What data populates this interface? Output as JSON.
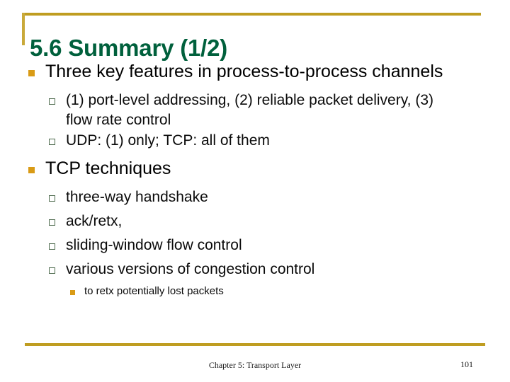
{
  "slide": {
    "title": "5.6 Summary (1/2)",
    "accent_color": "#bf9d21",
    "title_color": "#00603c",
    "level1_bullet_color": "#d99b16",
    "level2_bullet_color": "#4e6b4e",
    "footer": "Chapter 5: Transport Layer",
    "page_number": "101",
    "bullets": [
      {
        "level": 1,
        "text": "Three key features in process-to-process channels",
        "children": [
          {
            "level": 2,
            "text": "(1) port-level addressing, (2) reliable packet delivery, (3) flow rate control"
          },
          {
            "level": 2,
            "text": "UDP: (1) only; TCP: all of them"
          }
        ]
      },
      {
        "level": 1,
        "text": "TCP techniques",
        "children": [
          {
            "level": 2,
            "text": "three-way handshake"
          },
          {
            "level": 2,
            "text": "ack/retx,"
          },
          {
            "level": 2,
            "text": "sliding-window flow control"
          },
          {
            "level": 2,
            "text": "various versions of congestion control",
            "children": [
              {
                "level": 3,
                "text": "to retx potentially lost packets"
              }
            ]
          }
        ]
      }
    ]
  }
}
